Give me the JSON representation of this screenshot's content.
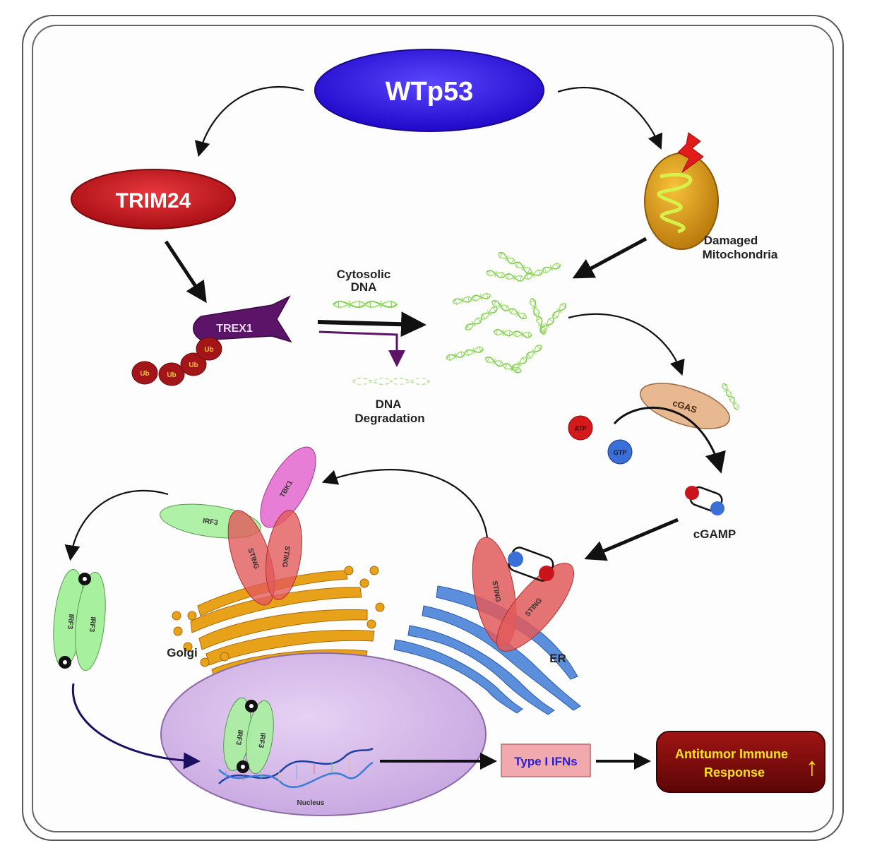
{
  "title": "",
  "nodes": {
    "wtp53": "WTp53",
    "trim24": "TRIM24",
    "trex1": "TREX1",
    "ub": "Ub",
    "cytosolic_dna_line1": "Cytosolic",
    "cytosolic_dna_line2": "DNA",
    "dna_degradation_line1": "DNA",
    "dna_degradation_line2": "Degradation",
    "damaged_line1": "Damaged",
    "damaged_line2": "Mitochondria",
    "cgas": "cGAS",
    "atp": "ATP",
    "gtp": "GTP",
    "cgamp": "cGAMP",
    "sting": "STING",
    "tbk1": "TBK1",
    "irf3": "IRF3",
    "golgi": "Golgi",
    "er": "ER",
    "nucleus": "Nucleus",
    "type1_ifns": "Type I IFNs",
    "antitumor_line1": "Antitumor Immune",
    "antitumor_line2": "Response",
    "up_arrow": "↑"
  },
  "colors": {
    "wtp53": "#2f10e8",
    "trim24": "#c8151c",
    "trex1": "#5b1467",
    "ub": "#a31518",
    "mito_outer": "#e5a11a",
    "mito_inner": "#d8f04a",
    "dna": "#7ccf4a",
    "cgas": "#e8b890",
    "sting": "#e25a5a",
    "tbk1": "#e46fd0",
    "irf3": "#a7f09e",
    "golgi": "#e8a21a",
    "er": "#5b8fdc",
    "nucleus": "#d6b8ea",
    "ifn_box": "#f1a9ae",
    "ifn_text": "#2a1ed4",
    "antitumor": "#7d0c0c",
    "antitumor_text": "#f6e21a"
  }
}
